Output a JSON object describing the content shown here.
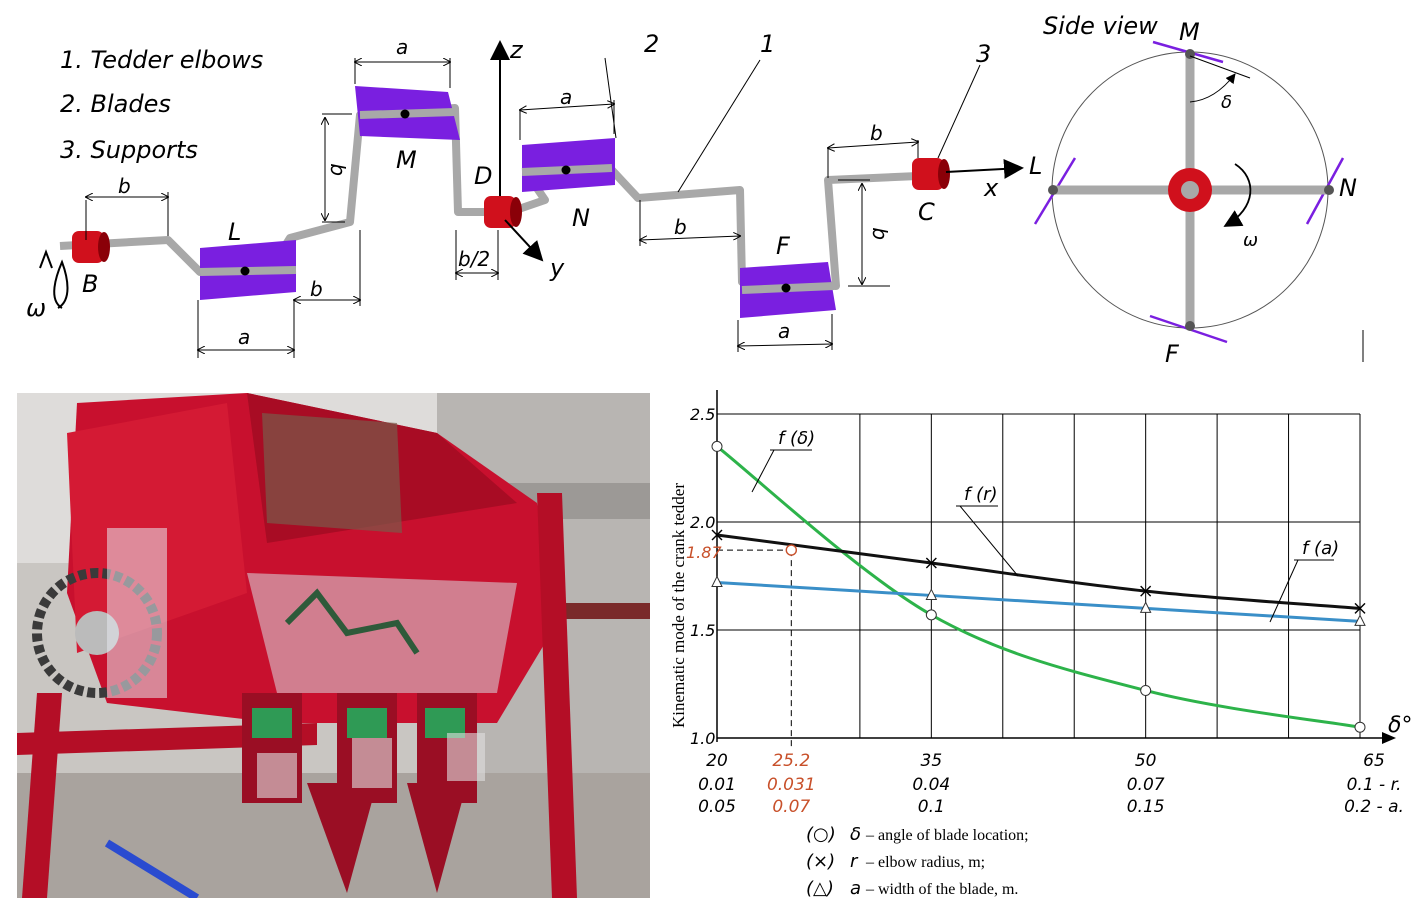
{
  "legend": {
    "item1": "1. Tedder elbows",
    "item2": "2. Blades",
    "item3": "3. Supports"
  },
  "labels": {
    "B": "B",
    "L": "L",
    "M": "M",
    "D": "D",
    "N": "N",
    "F": "F",
    "C": "C",
    "z": "z",
    "y": "y",
    "x": "x",
    "omega": "ω",
    "delta": "δ",
    "a": "a",
    "b": "b",
    "q": "q",
    "b_half": "b/2",
    "n1": "1",
    "n2": "2",
    "n3": "3"
  },
  "side_view": {
    "title": "Side view",
    "M": "M",
    "L": "L",
    "N": "N",
    "F": "F"
  },
  "colors": {
    "shaft": "#a8a8a8",
    "blade": "#7a1fe0",
    "support": "#d0101c",
    "green_curve": "#2db34a",
    "black_curve": "#111111",
    "blue_curve": "#3a8fc8",
    "highlight": "#c8502a"
  },
  "photo": {
    "description_icon": "seeder-machine-photo"
  },
  "chart_data": {
    "type": "line",
    "ylabel": "Kinematic mode of the crank tedder",
    "xlabel": "δ°",
    "ylim": [
      1.0,
      2.5
    ],
    "xlim": [
      20,
      65
    ],
    "yticks": [
      "1.0",
      "1.5",
      "2.0",
      "2.5"
    ],
    "xticks_delta": [
      "20",
      "25.2",
      "35",
      "50",
      "65"
    ],
    "xticks_r": [
      "0.01",
      "0.031",
      "0.04",
      "0.07",
      "0.1 - r."
    ],
    "xticks_a": [
      "0.05",
      "0.07",
      "0.1",
      "0.15",
      "0.2 - a."
    ],
    "highlight_y": "1.87",
    "highlight_x": 25.2,
    "series": [
      {
        "name": "f (δ)",
        "marker": "circle",
        "x": [
          20,
          35,
          50,
          65
        ],
        "values": [
          2.35,
          1.57,
          1.22,
          1.05
        ]
      },
      {
        "name": "f (r)",
        "marker": "cross",
        "x": [
          20,
          35,
          50,
          65
        ],
        "values": [
          1.94,
          1.81,
          1.68,
          1.6
        ]
      },
      {
        "name": "f (a)",
        "marker": "triangle",
        "x": [
          20,
          35,
          50,
          65
        ],
        "values": [
          1.72,
          1.66,
          1.6,
          1.54
        ]
      }
    ],
    "notes": [
      {
        "sym": "(○)",
        "var": "δ",
        "text": "– angle of blade location;"
      },
      {
        "sym": "(×)",
        "var": "r",
        "text": "– elbow radius, m;"
      },
      {
        "sym": "(△)",
        "var": "a",
        "text": "– width of the blade, m."
      }
    ]
  }
}
